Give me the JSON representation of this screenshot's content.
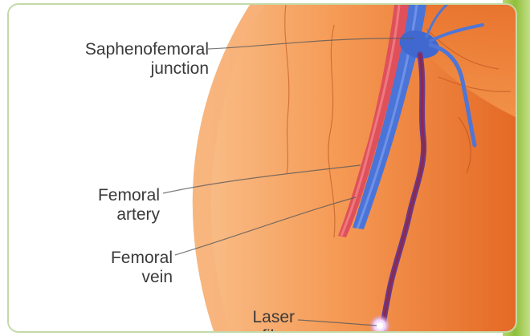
{
  "labels": {
    "saphenofemoral": {
      "line1": "Saphenofemoral",
      "line2": "junction"
    },
    "femoral_artery": {
      "line1": "Femoral",
      "line2": "artery"
    },
    "femoral_vein": {
      "line1": "Femoral",
      "line2": "vein"
    },
    "laser_fiber": {
      "line1": "Laser",
      "line2": "fiber"
    }
  },
  "colors": {
    "skin_light": "#f6a566",
    "skin_dark": "#e0631d",
    "artery": "#e0505a",
    "vein": "#4a74d8",
    "vein_dark": "#2e4fb0",
    "fiber": "#8a2a4e",
    "frame_border": "#c5d9a8",
    "accent_band": "#93c245"
  }
}
